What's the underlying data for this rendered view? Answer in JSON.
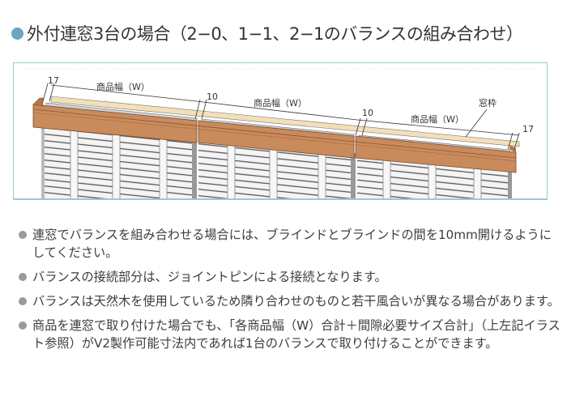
{
  "heading": {
    "bullet_icon": "blue-circle-bullet",
    "text": "外付連窓3台の場合（2−0、1−1、2−1のバランスの組み合わせ）",
    "color": "#6fa3c4"
  },
  "figure": {
    "labels": {
      "left_edge": "17",
      "width_1": "商品幅（W）",
      "gap_1": "10",
      "width_2": "商品幅（W）",
      "gap_2": "10",
      "width_3": "商品幅（W）",
      "window_frame": "窓枠",
      "right_edge": "17"
    },
    "colors": {
      "border": "#9cc8d2",
      "valance_wood": "#c98a5c",
      "valance_dark": "#a9693f",
      "frame_beige": "#f3dfb8",
      "headrail_gray": "#c9cfd4",
      "slat": "#f2f2f2",
      "slat_line": "#5a5a5a"
    }
  },
  "notes": [
    {
      "bullet_icon": "gray-circle-bullet",
      "text": "連窓でバランスを組み合わせる場合には、ブラインドとブラインドの間を10mm開けるようにしてください。"
    },
    {
      "bullet_icon": "gray-circle-bullet",
      "text": "バランスの接続部分は、ジョイントピンによる接続となります。"
    },
    {
      "bullet_icon": "gray-circle-bullet",
      "text": "バランスは天然木を使用しているため隣り合わせのものと若干風合いが異なる場合があります。"
    },
    {
      "bullet_icon": "gray-circle-bullet",
      "text": "商品を連窓で取り付けた場合でも、「各商品幅（W）合計＋間隙必要サイズ合計」（上左記イラスト参照）がV2製作可能寸法内であれば1台のバランスで取り付けることができます。"
    }
  ]
}
